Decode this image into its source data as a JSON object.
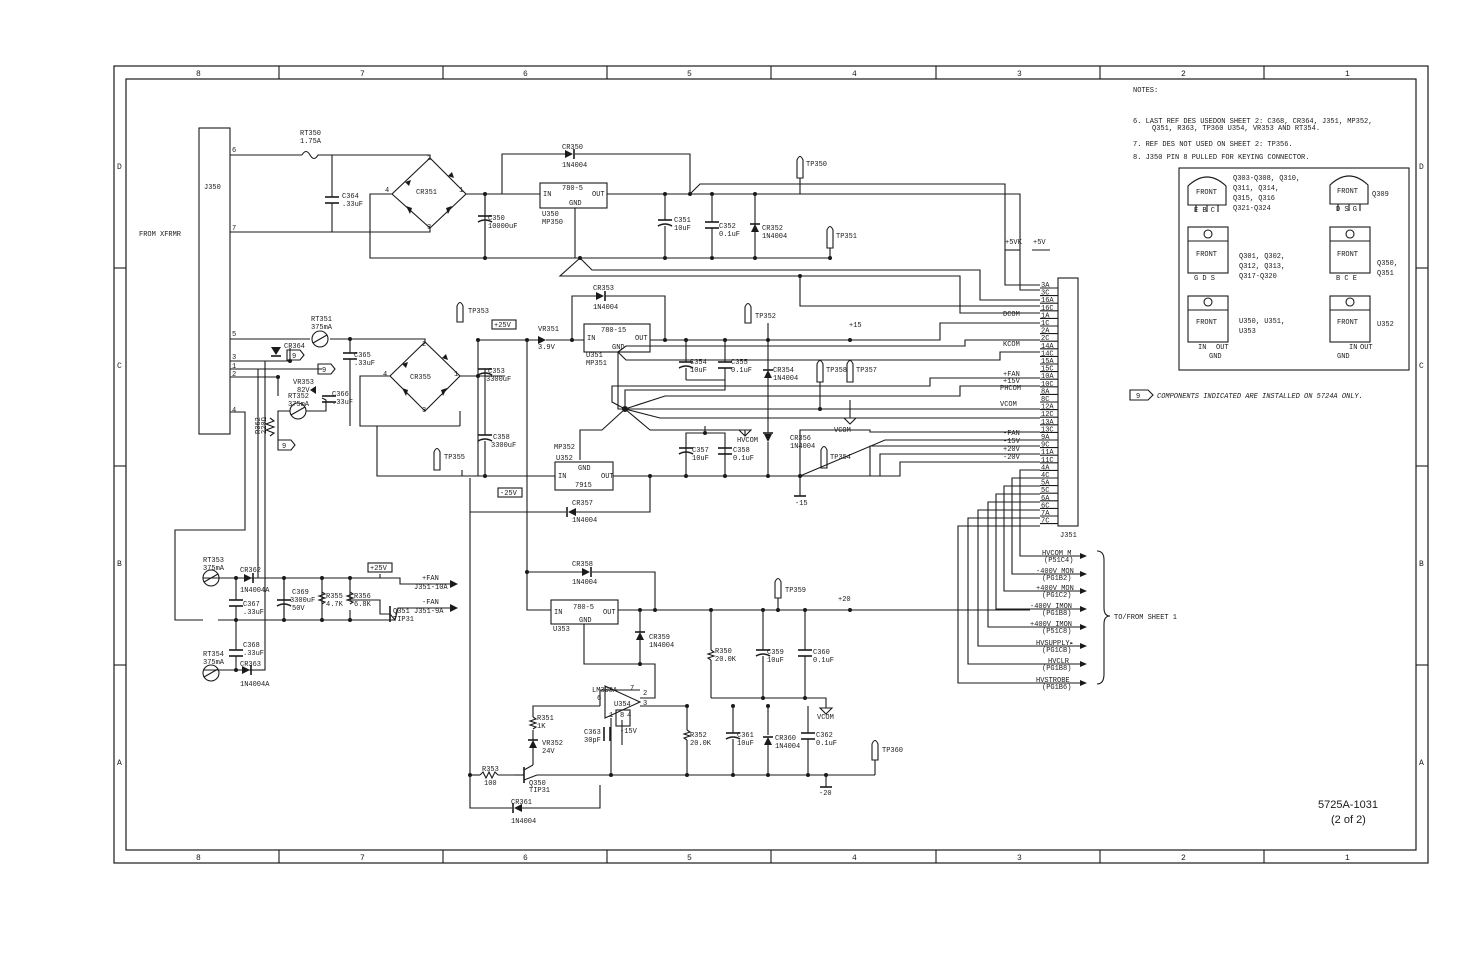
{
  "zones_top": [
    "8",
    "7",
    "6",
    "5",
    "4",
    "3",
    "2",
    "1"
  ],
  "zones_side": [
    "D",
    "C",
    "B",
    "A"
  ],
  "notes": {
    "title": "NOTES:",
    "n6a": "6.   LAST REF DES USEDON SHEET 2: C368, CR364, J351, MP352,",
    "n6b": "Q351, R363, TP360 U354, VR353 AND RT354.",
    "n7": "7.   REF DES NOT USED ON SHEET 2: TP356.",
    "n8": "8.   J350 PIN 8 PULLED FOR KEYING CONNECTOR.",
    "components": "COMPONENTS INDICATED ARE INSTALLED ON 5724A ONLY.",
    "flag": "9"
  },
  "packages": {
    "front": "FRONT",
    "p1": [
      "Q303-Q308, Q310,",
      "Q311, Q314,",
      "Q315, Q316",
      "Q321-Q324"
    ],
    "p1_pins": "E B C",
    "p2": "Q309",
    "p2_pins": "D S G",
    "p3": [
      "Q301, Q302,",
      "Q312, Q313,",
      "Q317-Q320"
    ],
    "p3_pins": "G D S",
    "p4": [
      "Q350,",
      "Q351"
    ],
    "p4_pins": "B C E",
    "p5": [
      "U350, U351,",
      "U353"
    ],
    "p6": "U352",
    "in": "IN",
    "out": "OUT",
    "gnd": "GND"
  },
  "labels": {
    "from_xfrmr": "FROM XFRMR",
    "j350": "J350",
    "j351": "J351",
    "rt350": [
      "RT350",
      "1.75A"
    ],
    "rt351": [
      "RT351",
      "375mA"
    ],
    "rt352": [
      "RT352",
      "375mA"
    ],
    "rt353": [
      "RT353",
      "375mA"
    ],
    "rt354": [
      "RT354",
      "375mA"
    ],
    "cr350": [
      "CR350",
      "1N4004"
    ],
    "cr351": "CR351",
    "cr352": [
      "CR352",
      "1N4004"
    ],
    "cr353": [
      "CR353",
      "1N4004"
    ],
    "cr354": [
      "CR354",
      "1N4004"
    ],
    "cr355": "CR355",
    "cr356": [
      "CR356",
      "1N4004"
    ],
    "cr357": [
      "CR357",
      "1N4004"
    ],
    "cr358": [
      "CR358",
      "1N4004"
    ],
    "cr359": [
      "CR359",
      "1N4004"
    ],
    "cr360": [
      "CR360",
      "1N4004"
    ],
    "cr361": [
      "CR361",
      "1N4004"
    ],
    "cr362": [
      "CR362",
      "1N4004A"
    ],
    "cr363": [
      "CR363",
      "1N4004A"
    ],
    "cr364": "CR364",
    "c364": [
      "C364",
      ".33uF"
    ],
    "c350": [
      "C350",
      "10000uF"
    ],
    "c351": [
      "C351",
      "10uF"
    ],
    "c352": [
      "C352",
      "0.1uF"
    ],
    "c353": [
      "C353",
      "3300uF"
    ],
    "c354": [
      "C354",
      "10uF"
    ],
    "c355": [
      "C355",
      "0.1uF"
    ],
    "c357": [
      "C357",
      "10uF"
    ],
    "c358a": [
      "C358",
      "0.1uF"
    ],
    "c358b": [
      "C358",
      "3300uF"
    ],
    "c359": [
      "C359",
      "10uF"
    ],
    "c360": [
      "C360",
      "0.1uF"
    ],
    "c361": [
      "C361",
      "10uF"
    ],
    "c362": [
      "C362",
      "0.1uF"
    ],
    "c363": [
      "C363",
      "30pF"
    ],
    "c365": [
      "C365",
      ".33uF"
    ],
    "c366": [
      "C366",
      ".33uF"
    ],
    "c367": [
      "C367",
      ".33uF"
    ],
    "c368": [
      "C368",
      ".33uF"
    ],
    "c369": [
      "C369",
      "3300uF",
      "50V"
    ],
    "r350": [
      "R350",
      "20.0K"
    ],
    "r351": [
      "R351",
      "1K"
    ],
    "r352": [
      "R352",
      "20.0K"
    ],
    "r353": [
      "R353",
      "100"
    ],
    "r355": [
      "R355",
      "4.7K"
    ],
    "r356": [
      "R356",
      "6.8K"
    ],
    "r362": [
      "R362",
      "220Ω"
    ],
    "vr351": [
      "VR351",
      "3.9V"
    ],
    "vr352": [
      "VR352",
      "24V"
    ],
    "vr353": [
      "VR353",
      "82V"
    ],
    "q350": [
      "Q350",
      "TIP31"
    ],
    "q351": [
      "Q351",
      "TIP31"
    ],
    "u350": [
      "U350",
      "MP350"
    ],
    "u351": [
      "U351",
      "MP351"
    ],
    "u352": "U352",
    "mp352": "MP352",
    "u353": "U353",
    "u354": "U354",
    "lm308": "LM308A",
    "reg_780_5": "780-5",
    "reg_780_15": "780-15",
    "reg_7915": "7915",
    "reg_in": "IN",
    "reg_out": "OUT",
    "reg_gnd": "GND",
    "tp350": "TP350",
    "tp351": "TP351",
    "tp352": "TP352",
    "tp353": "TP353",
    "tp354": "TP354",
    "tp355": "TP355",
    "tp357": "TP357",
    "tp358": "TP358",
    "tp359": "TP359",
    "tp360": "TP360",
    "plus25": "+25V",
    "minus25": "-25V",
    "plus15": "+15",
    "minus15": "-15",
    "minus15v": "-15V",
    "plus20": "+20",
    "minus20": "-20",
    "plus5vk": "+5VK",
    "plus5v": "+5V",
    "vcom": "VCOM",
    "hvcom": "HVCOM",
    "dcom": "DCOM",
    "kcom": "KCOM",
    "fan_p": [
      "+FAN",
      "J351-10A"
    ],
    "fan_m": [
      "-FAN",
      "J351-9A"
    ],
    "nodes": {
      "n1": "1",
      "n2": "2",
      "n3": "3",
      "n4": "4",
      "n5": "5",
      "n6": "6",
      "n7": "7",
      "n8": "8"
    }
  },
  "j351_pins": [
    "3A",
    "3C",
    "16A",
    "16C",
    "1A",
    "1C",
    "2A",
    "2C",
    "14A",
    "14C",
    "15A",
    "15C",
    "10A",
    "10C",
    "8A",
    "8C",
    "12A",
    "12C",
    "13A",
    "13C",
    "9A",
    "9C",
    "11A",
    "11C",
    "4A",
    "4C",
    "5A",
    "5C",
    "6A",
    "6C",
    "7A",
    "7C"
  ],
  "bus_labels": [
    "DCOM",
    "KCOM",
    "+FAN",
    "+15V",
    "PHCOM",
    "VCOM",
    "-FAN",
    "-15V",
    "+20V",
    "-20V"
  ],
  "outputs": [
    [
      "HVCOM M",
      "(P51C4)"
    ],
    [
      "-400V MON",
      "(PG1B2)"
    ],
    [
      "+400V MON",
      "(PG1C2)"
    ],
    [
      "-400V IMON",
      "(PG1B8)"
    ],
    [
      "+400V IMON",
      "(P51C8)"
    ],
    [
      "HVSUPPLY▸",
      "(PG1CB)"
    ],
    [
      "HVCLR",
      "(PG1B8)"
    ],
    [
      "HVSTROBE",
      "(PG1B6)"
    ]
  ],
  "to_from": "TO/FROM SHEET 1",
  "doc_number": "5725A-1031",
  "sheet": "(2 of 2)"
}
